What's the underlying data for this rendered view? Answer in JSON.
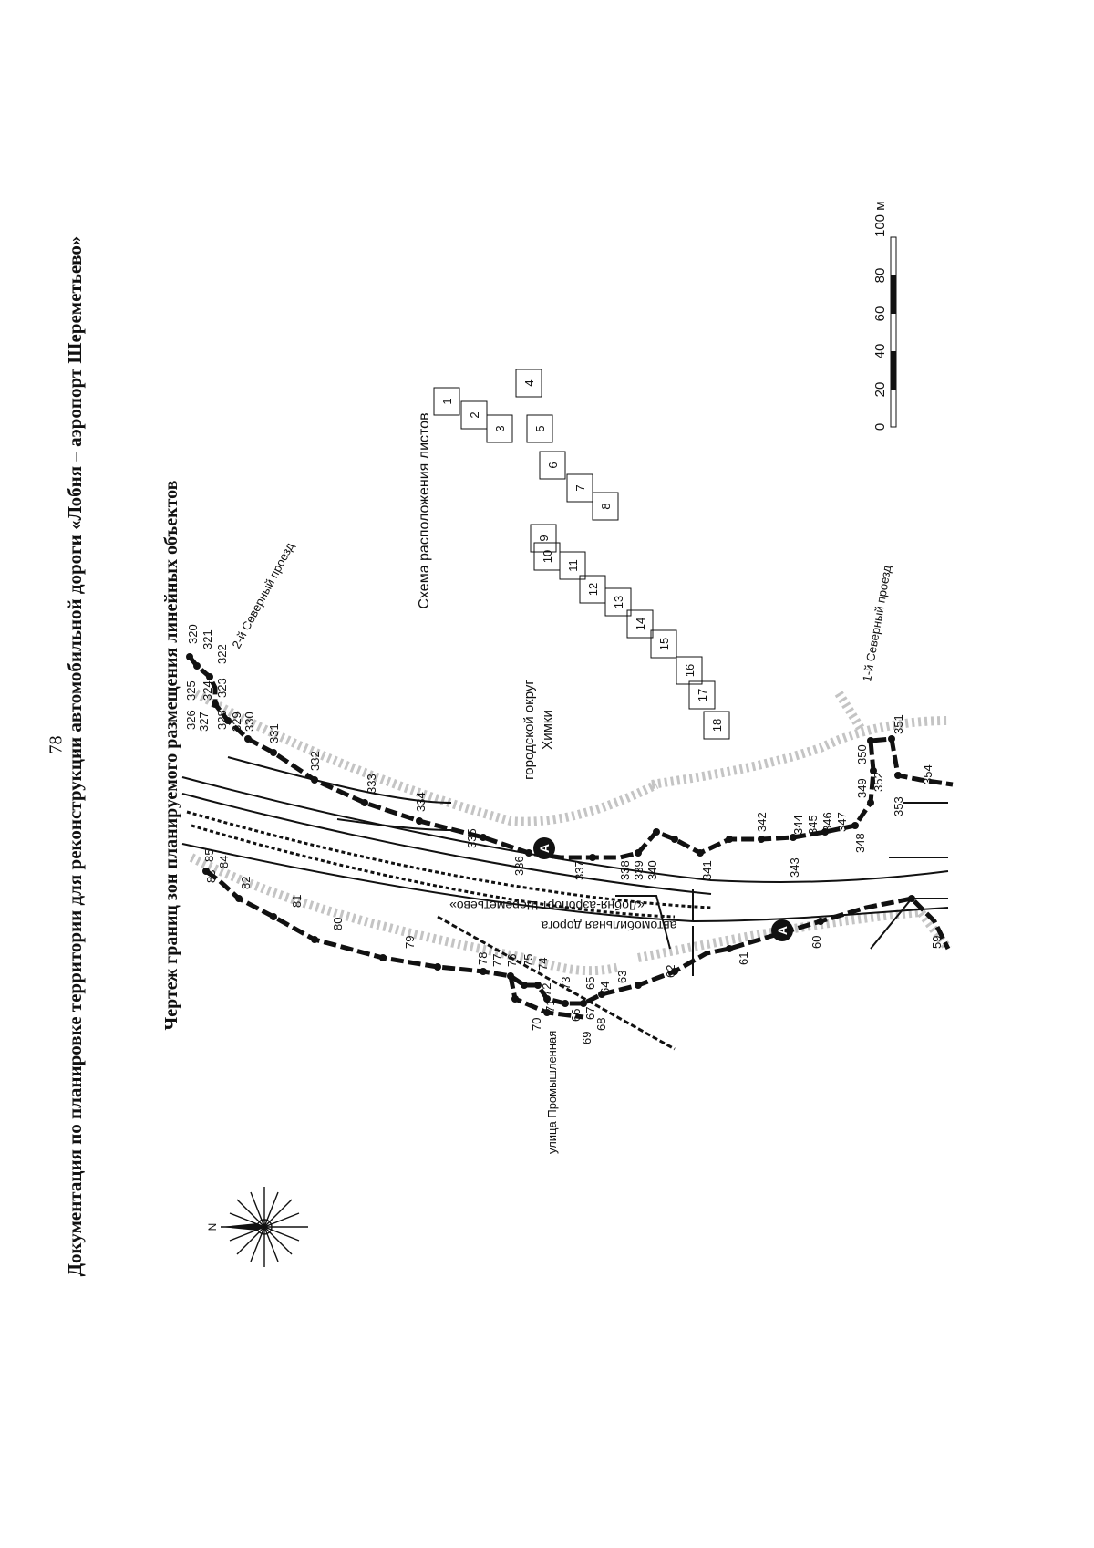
{
  "page_number": "78",
  "title": "Документация по планировке территории для реконструкции автомобильной дороги «Лобня – аэропорт Шереметьево»",
  "subtitle": "Чертеж границ зон планируемого размещения линейных объектов",
  "labels": {
    "road_line1": "автомобильная дорога",
    "road_line2": "«Лобня-аэропорт Шереметьево»",
    "district_line1": "городской округ",
    "district_line2": "Химки",
    "street_2nd": "2-й Северный проезд",
    "street_1st": "1-й Северный проезд",
    "street_prom": "улица Промышленная",
    "north": "N",
    "zone_marker": "A"
  },
  "sheet_scheme": {
    "title": "Схема расположения листов",
    "sheets": [
      "1",
      "2",
      "3",
      "4",
      "5",
      "6",
      "7",
      "8",
      "9",
      "10",
      "11",
      "12",
      "13",
      "14",
      "15",
      "16",
      "17",
      "18"
    ]
  },
  "scale_bar": {
    "ticks": [
      "0",
      "20",
      "40",
      "60",
      "80",
      "100 м"
    ]
  },
  "points": {
    "west_upper": [
      "320",
      "321",
      "322",
      "323",
      "324",
      "325",
      "326",
      "327",
      "328",
      "329",
      "330",
      "331",
      "332",
      "333",
      "334",
      "335",
      "336",
      "337",
      "338",
      "339",
      "340",
      "341",
      "342",
      "343",
      "344",
      "345",
      "346",
      "347",
      "348",
      "349",
      "350",
      "351",
      "352",
      "353",
      "354"
    ],
    "west_lower": [
      "59",
      "60",
      "61",
      "62",
      "63",
      "64",
      "65",
      "66",
      "67",
      "68",
      "69",
      "70",
      "71",
      "72",
      "73",
      "74",
      "75",
      "76",
      "77",
      "78",
      "79",
      "80",
      "81",
      "82",
      "83",
      "84",
      "85"
    ]
  },
  "colors": {
    "ink": "#111111",
    "halo": "#bdbdbd",
    "paper": "#ffffff"
  }
}
